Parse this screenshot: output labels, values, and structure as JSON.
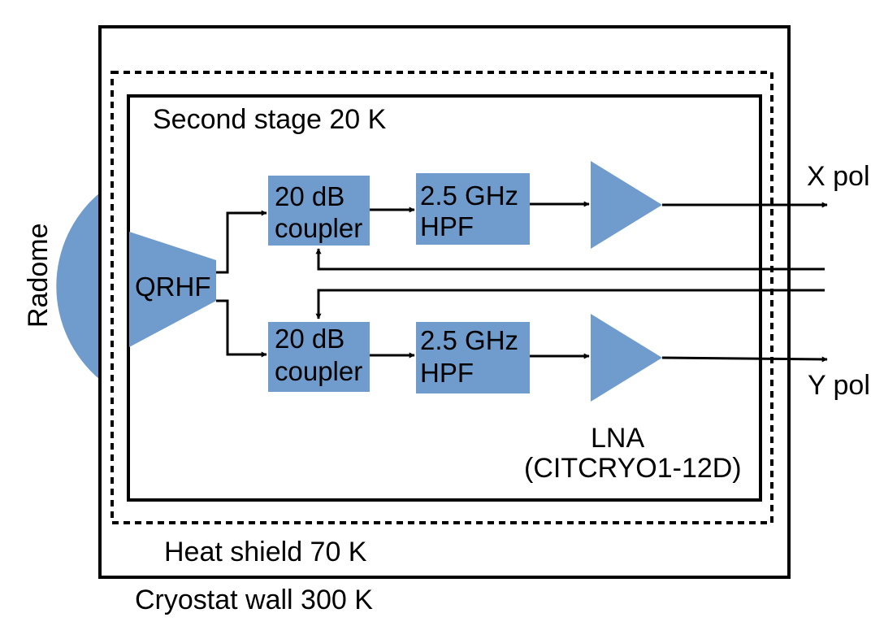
{
  "colors": {
    "block_fill": "#6f9bcd",
    "line": "#000000",
    "background": "#ffffff"
  },
  "labels": {
    "radome": "Radome",
    "second_stage": "Second stage 20 K",
    "heat_shield": "Heat shield 70 K",
    "cryostat_wall": "Cryostat wall 300 K",
    "x_pol": "X pol",
    "y_pol": "Y pol",
    "lna_line1": "LNA",
    "lna_line2": "(CITCRYO1-12D)"
  },
  "blocks": {
    "qrhf": "QRHF",
    "coupler_top": [
      "20 dB",
      "coupler"
    ],
    "coupler_bottom": [
      "20 dB",
      "coupler"
    ],
    "hpf_top": [
      "2.5 GHz",
      "HPF"
    ],
    "hpf_bottom": [
      "2.5 GHz",
      "HPF"
    ]
  }
}
